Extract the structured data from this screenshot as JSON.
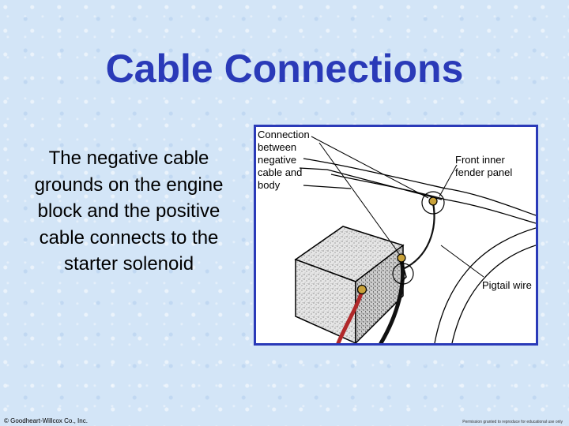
{
  "slide": {
    "title": "Cable Connections",
    "body_text": "The negative cable grounds on the engine block and the positive cable connects to the starter solenoid",
    "footer_left": "© Goodheart-Willcox Co., Inc.",
    "footer_right": "Permission granted to reproduce for educational use only"
  },
  "figure": {
    "callout_connection_lines": [
      "Connection",
      "between",
      "negative",
      "cable and",
      "body"
    ],
    "callout_fender_lines": [
      "Front inner",
      "fender panel"
    ],
    "callout_pigtail": "Pigtail wire"
  },
  "colors": {
    "title": "#2a3ab8",
    "figure_border": "#2a3ab8",
    "positive_cable": "#b0282a",
    "background": "#d3e5f7"
  }
}
